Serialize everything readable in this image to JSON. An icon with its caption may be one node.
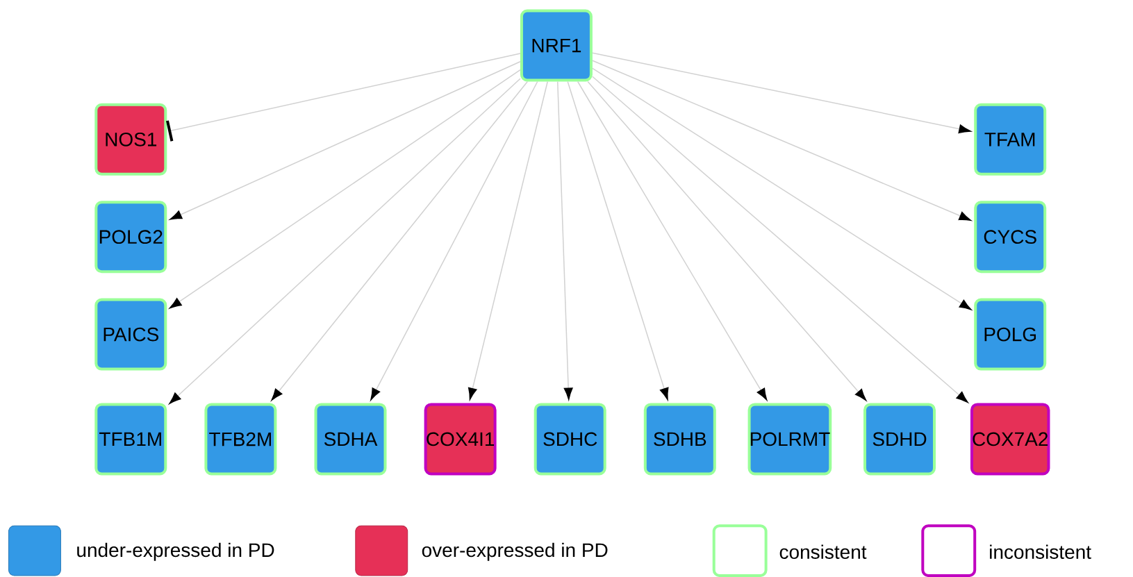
{
  "diagram": {
    "nodes": [
      {
        "text": [
          "NRF1"
        ]
      },
      {
        "text": [
          "NOS1"
        ]
      },
      {
        "text": [
          "TFAM"
        ]
      },
      {
        "text": [
          "POLG2"
        ]
      },
      {
        "text": [
          "CYCS"
        ]
      },
      {
        "text": [
          "PAICS"
        ]
      },
      {
        "text": [
          "POLG"
        ]
      },
      {
        "text": [
          "TFB1M"
        ]
      },
      {
        "text": [
          "TFB2M"
        ]
      },
      {
        "text": [
          "SDHA"
        ]
      },
      {
        "text": [
          "COX4I1"
        ]
      },
      {
        "text": [
          "SDHC"
        ]
      },
      {
        "text": [
          "SDHB"
        ]
      },
      {
        "text": [
          "POLRMT"
        ]
      },
      {
        "text": [
          "SDHD"
        ]
      },
      {
        "text": [
          "COX7A2"
        ]
      }
    ],
    "edges": [
      {
        "from": 0,
        "to": 1,
        "arrow": "other"
      },
      {
        "from": 0,
        "to": 2,
        "arrow": "to"
      },
      {
        "from": 0,
        "to": 3,
        "arrow": "to"
      },
      {
        "from": 0,
        "to": 4,
        "arrow": "to"
      },
      {
        "from": 0,
        "to": 5,
        "arrow": "to"
      },
      {
        "from": 0,
        "to": 6,
        "arrow": "to"
      },
      {
        "from": 0,
        "to": 7,
        "arrow": "to"
      },
      {
        "from": 0,
        "to": 8,
        "arrow": "to"
      },
      {
        "from": 0,
        "to": 9,
        "arrow": "to"
      },
      {
        "from": 0,
        "to": 10,
        "arrow": "to"
      },
      {
        "from": 0,
        "to": 11,
        "arrow": "to"
      },
      {
        "from": 0,
        "to": 12,
        "arrow": "to"
      },
      {
        "from": 0,
        "to": 13,
        "arrow": "to"
      },
      {
        "from": 0,
        "to": 14,
        "arrow": "to"
      },
      {
        "from": 0,
        "to": 15,
        "arrow": "to"
      }
    ],
    "legend": [
      {
        "text": "under-expressed in PD",
        "color": "#3399e6"
      },
      {
        "text": "over-expressed in PD",
        "color": "#e63057"
      },
      {
        "text": "consistent",
        "color": "#99ff99"
      },
      {
        "text": "inconsistent",
        "color": "#c000c0"
      }
    ]
  }
}
